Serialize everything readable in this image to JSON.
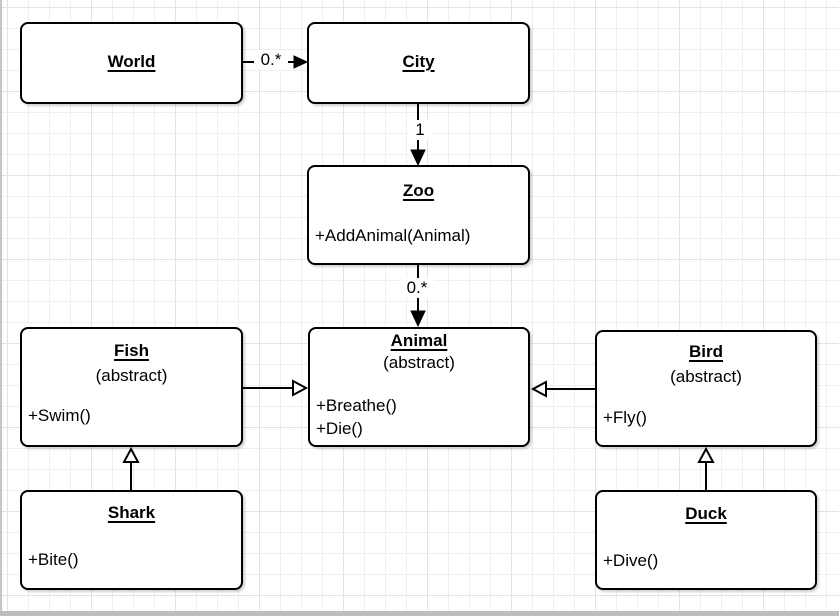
{
  "diagram": {
    "classes": [
      {
        "name": "World",
        "stereotype": "",
        "methods": []
      },
      {
        "name": "City",
        "stereotype": "",
        "methods": []
      },
      {
        "name": "Zoo",
        "stereotype": "",
        "methods": [
          "+AddAnimal(Animal)"
        ]
      },
      {
        "name": "Animal",
        "stereotype": "(abstract)",
        "methods": [
          "+Breathe()",
          "+Die()"
        ]
      },
      {
        "name": "Fish",
        "stereotype": "(abstract)",
        "methods": [
          "+Swim()"
        ]
      },
      {
        "name": "Bird",
        "stereotype": "(abstract)",
        "methods": [
          "+Fly()"
        ]
      },
      {
        "name": "Shark",
        "stereotype": "",
        "methods": [
          "+Bite()"
        ]
      },
      {
        "name": "Duck",
        "stereotype": "",
        "methods": [
          "+Dive()"
        ]
      }
    ],
    "connectors": [
      {
        "from": "World",
        "to": "City",
        "type": "association",
        "multiplicity": "0.*"
      },
      {
        "from": "City",
        "to": "Zoo",
        "type": "association",
        "multiplicity": "1"
      },
      {
        "from": "Zoo",
        "to": "Animal",
        "type": "association",
        "multiplicity": "0.*"
      },
      {
        "from": "Fish",
        "to": "Animal",
        "type": "inheritance",
        "multiplicity": ""
      },
      {
        "from": "Bird",
        "to": "Animal",
        "type": "inheritance",
        "multiplicity": ""
      },
      {
        "from": "Shark",
        "to": "Fish",
        "type": "inheritance",
        "multiplicity": ""
      },
      {
        "from": "Duck",
        "to": "Bird",
        "type": "inheritance",
        "multiplicity": ""
      }
    ],
    "colors": {
      "shape_border": "#000000",
      "shape_fill": "#ffffff",
      "grid_minor": "#efefef",
      "grid_major": "#e3e3e3",
      "canvas_edge": "#bdbdbd"
    }
  }
}
